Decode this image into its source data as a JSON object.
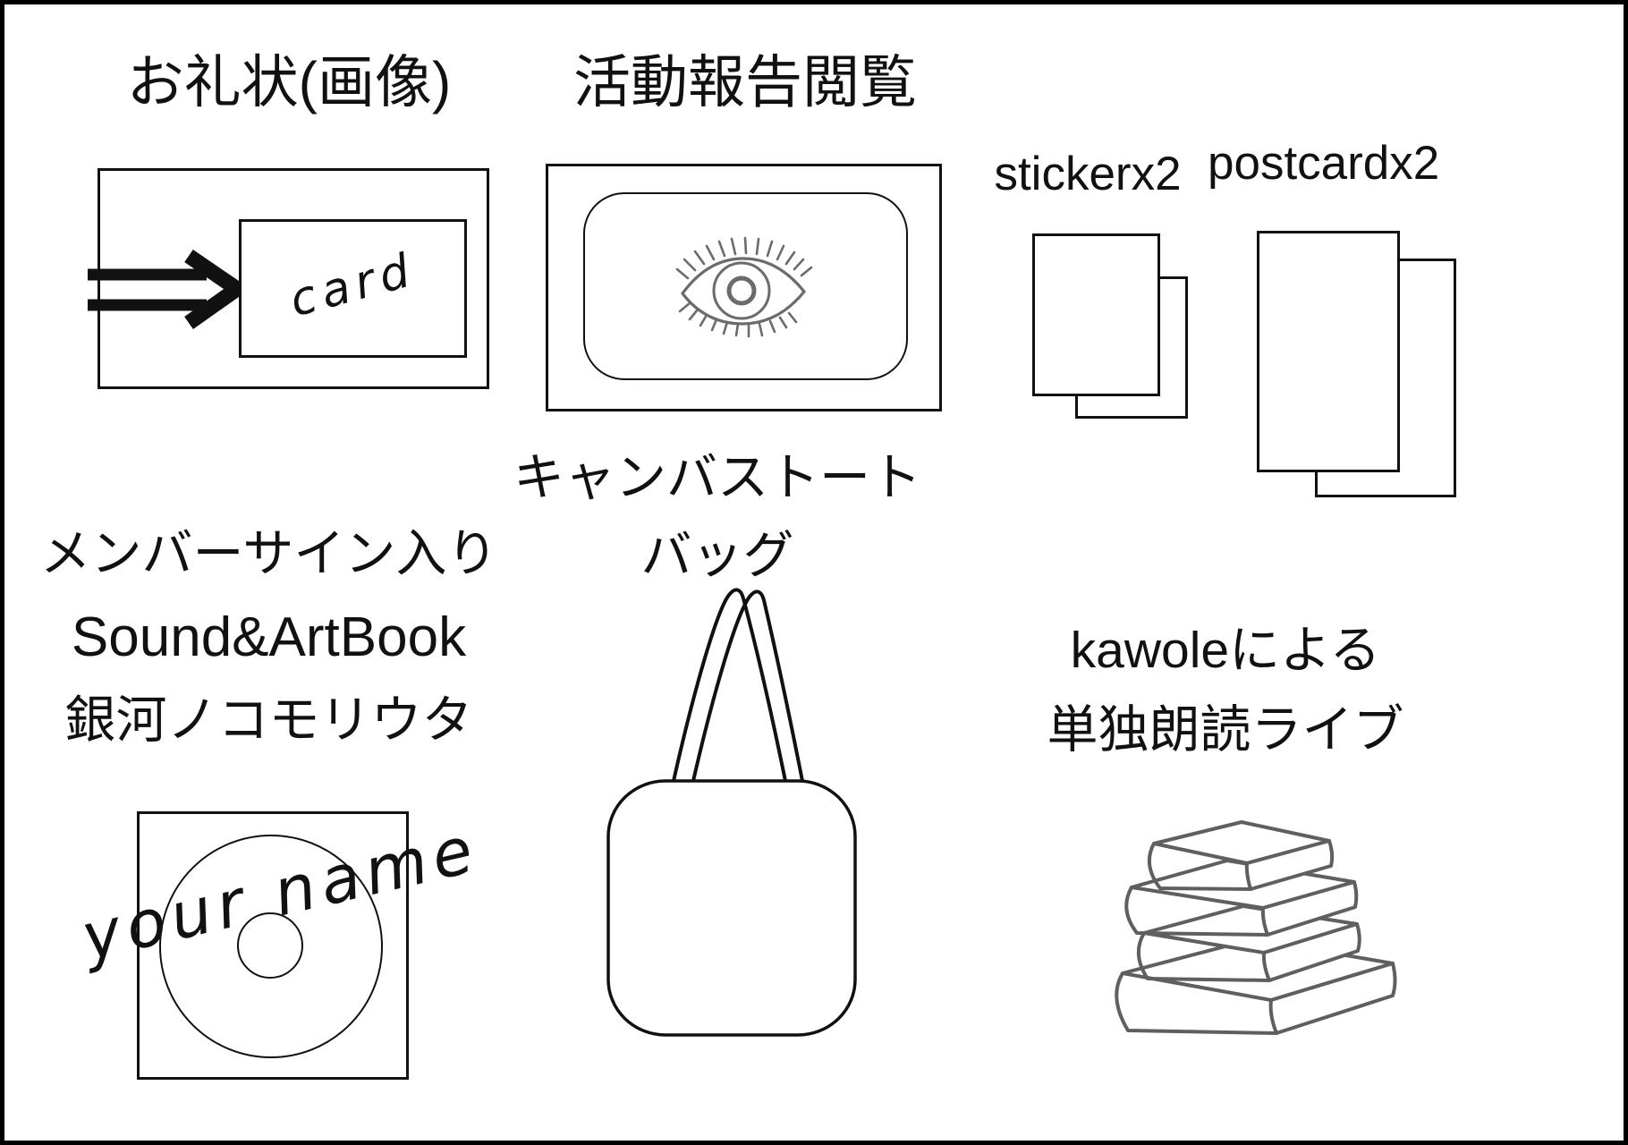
{
  "page": {
    "background": "#ffffff",
    "border_color": "#000000"
  },
  "colors": {
    "ink": "#111111",
    "sketch_gray": "#5f5f5f",
    "eye_gray": "#6b6b6b"
  },
  "rewards": {
    "thanks_letter": {
      "label": "お礼状(画像)",
      "caption": "card"
    },
    "activity_report": {
      "label": "活動報告閲覧"
    },
    "sticker": {
      "label": "stickerx2"
    },
    "postcard": {
      "label": "postcardx2"
    },
    "signed_book": {
      "line1": "メンバーサイン入り",
      "line2": "Sound&ArtBook",
      "line3": "銀河ノコモリウタ",
      "caption": "your name"
    },
    "tote_bag": {
      "line1": "キャンバストート",
      "line2": "バッグ"
    },
    "reading_live": {
      "line1": "kawoleによる",
      "line2": "単独朗読ライブ"
    }
  }
}
